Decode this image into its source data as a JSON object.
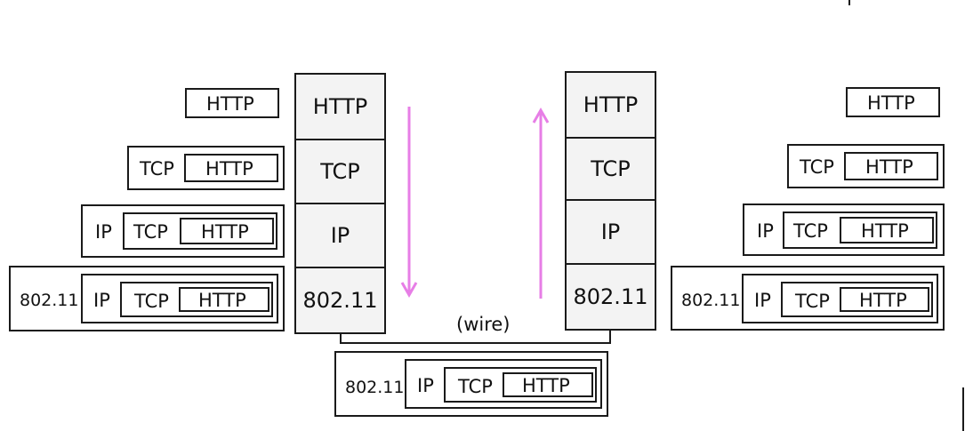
{
  "layers": {
    "http": "HTTP",
    "tcp": "TCP",
    "ip": "IP",
    "link": "802.11"
  },
  "wire_label": "(wire)",
  "colors": {
    "arrow": "#e77ee6",
    "stack_fill": "#f3f3f3",
    "border": "#1a1a1a"
  }
}
